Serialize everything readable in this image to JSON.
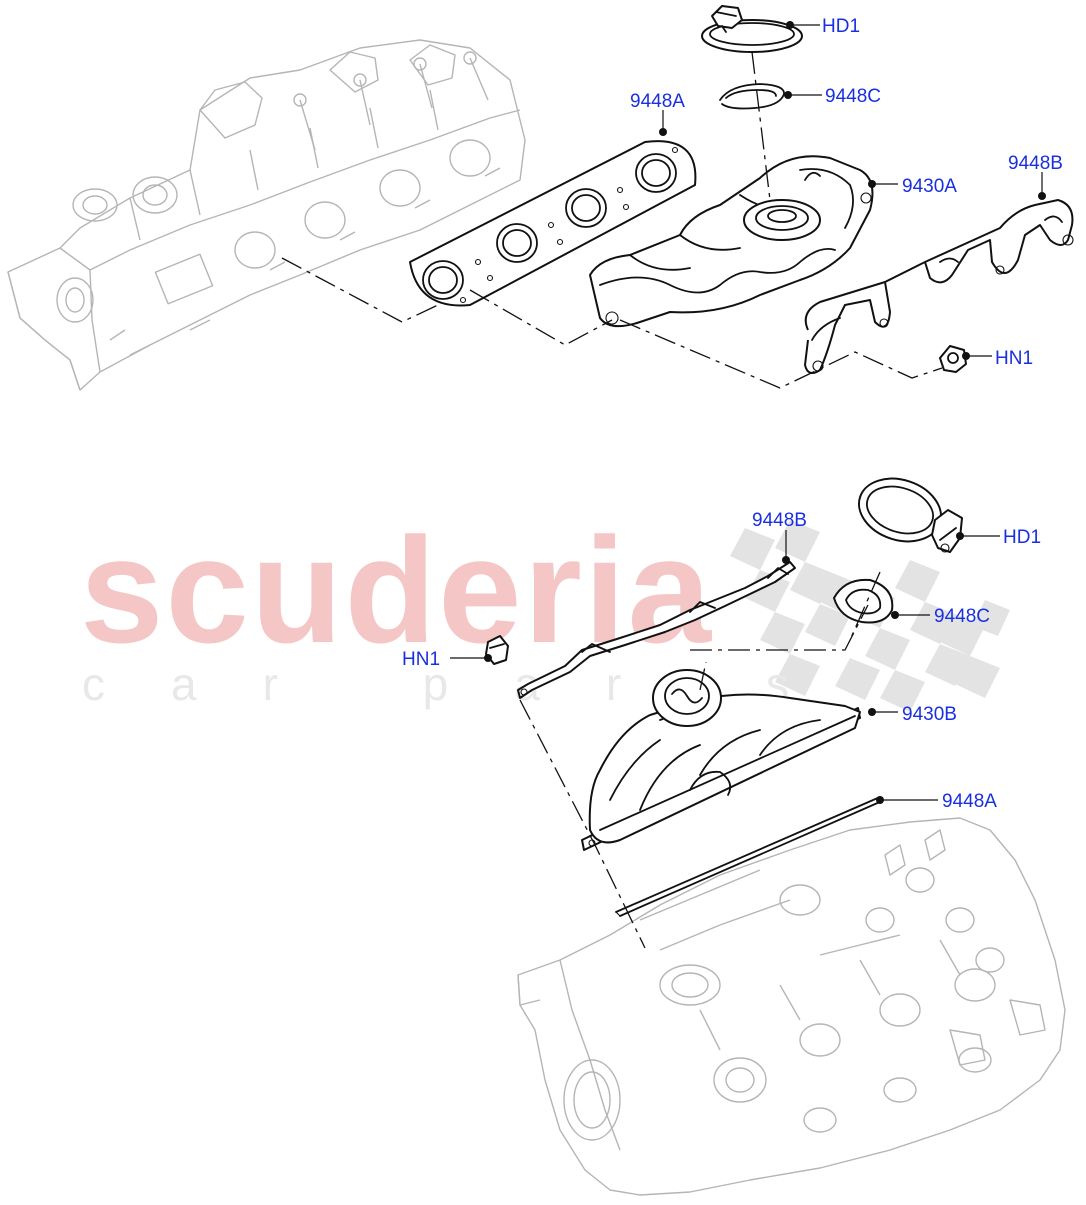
{
  "watermark": {
    "brand": "scuderia",
    "tagline": "car parts"
  },
  "callouts": {
    "top_hd1": "HD1",
    "top_9448c": "9448C",
    "top_9448a": "9448A",
    "top_9430a": "9430A",
    "top_9448b": "9448B",
    "top_hn1": "HN1",
    "bot_9448b": "9448B",
    "bot_hd1": "HD1",
    "bot_9448c": "9448C",
    "bot_hn1": "HN1",
    "bot_9430b": "9430B",
    "bot_9448a": "9448A"
  },
  "colors": {
    "label": "#1a2fe0",
    "watermark_main": "#f5c6c6",
    "watermark_checker": "#e3e3e3",
    "ghost_line": "#b5b5b5",
    "part_line": "#111111"
  }
}
